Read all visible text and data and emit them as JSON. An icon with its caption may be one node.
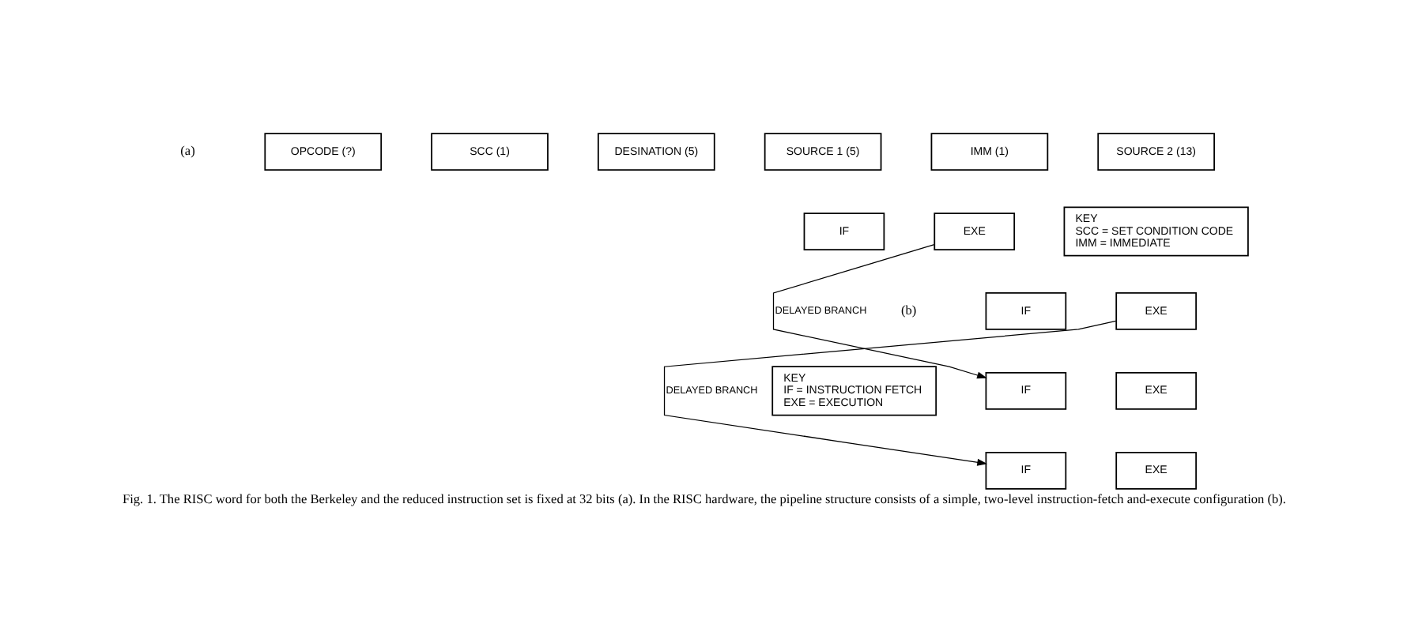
{
  "diagram": {
    "caption": "Fig. 1. The RISC word for both the Berkeley and the reduced instruction set is fixed at 32 bits (a). In the RISC hardware, the pipeline structure consists of a simple, two-level instruction-fetch and-execute configuration (b).",
    "nodes": [
      {
        "text": [
          "OPCODE (?)"
        ]
      },
      {
        "text": [
          "SCC (1)"
        ]
      },
      {
        "text": [
          "DESINATION (5)"
        ]
      },
      {
        "text": [
          "SOURCE 1 (5)"
        ]
      },
      {
        "text": [
          "IMM (1)"
        ]
      },
      {
        "text": [
          "SOURCE 2 (13)"
        ]
      },
      {
        "text": [
          "IF"
        ]
      },
      {
        "text": [
          "EXE"
        ]
      },
      {
        "text": [
          "IF"
        ]
      },
      {
        "text": [
          "EXE"
        ]
      },
      {
        "text": [
          "IF"
        ]
      },
      {
        "text": [
          "EXE"
        ]
      },
      {
        "text": [
          "IF"
        ]
      },
      {
        "text": [
          "EXE"
        ]
      },
      {
        "text": [
          "KEY",
          "SCC = SET CONDITION CODE",
          "IMM = IMMEDIATE"
        ]
      },
      {
        "text": [
          "KEY",
          "IF = INSTRUCTION FETCH",
          "EXE = EXECUTION"
        ]
      }
    ],
    "edges": [
      {
        "from": 7,
        "to": 10,
        "arrow": "to",
        "label": "DELAYED BRANCH"
      },
      {
        "from": 9,
        "to": 12,
        "arrow": "to",
        "label": "DELAYED BRANCH"
      }
    ],
    "labels": [
      "(a)",
      "(b)"
    ]
  }
}
